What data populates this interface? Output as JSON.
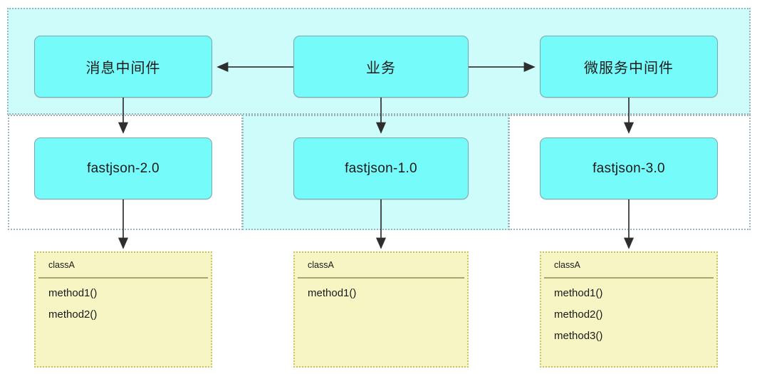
{
  "diagram": {
    "title": "fastjson version dependency diagram",
    "colors": {
      "node_fill": "#75fbf9",
      "node_border": "#7da7ad",
      "region_fill": "#cdfcfb",
      "region_border": "#9fb3bd",
      "class_fill": "#f7f5c4",
      "class_border": "#c9c46a",
      "arrow": "#3a3a3a"
    },
    "regions": [
      {
        "name": "top-scope-region",
        "style": "filled"
      },
      {
        "name": "left-scope-region",
        "style": "clear"
      },
      {
        "name": "middle-scope-region",
        "style": "filled"
      },
      {
        "name": "right-scope-region",
        "style": "clear"
      }
    ],
    "nodes": {
      "message_middleware": "消息中间件",
      "business": "业务",
      "microservice_middleware": "微服务中间件",
      "fastjson_2": "fastjson-2.0",
      "fastjson_1": "fastjson-1.0",
      "fastjson_3": "fastjson-3.0"
    },
    "classes": [
      {
        "name": "classA",
        "methods": [
          "method1()",
          "method2()"
        ]
      },
      {
        "name": "classA",
        "methods": [
          "method1()"
        ]
      },
      {
        "name": "classA",
        "methods": [
          "method1()",
          "method2()",
          "method3()"
        ]
      }
    ],
    "edges": [
      {
        "from": "业务",
        "to": "消息中间件",
        "direction": "left"
      },
      {
        "from": "业务",
        "to": "微服务中间件",
        "direction": "right"
      },
      {
        "from": "消息中间件",
        "to": "fastjson-2.0",
        "direction": "down"
      },
      {
        "from": "业务",
        "to": "fastjson-1.0",
        "direction": "down"
      },
      {
        "from": "微服务中间件",
        "to": "fastjson-3.0",
        "direction": "down"
      },
      {
        "from": "fastjson-2.0",
        "to": "classA",
        "direction": "down"
      },
      {
        "from": "fastjson-1.0",
        "to": "classA",
        "direction": "down"
      },
      {
        "from": "fastjson-3.0",
        "to": "classA",
        "direction": "down"
      }
    ]
  }
}
